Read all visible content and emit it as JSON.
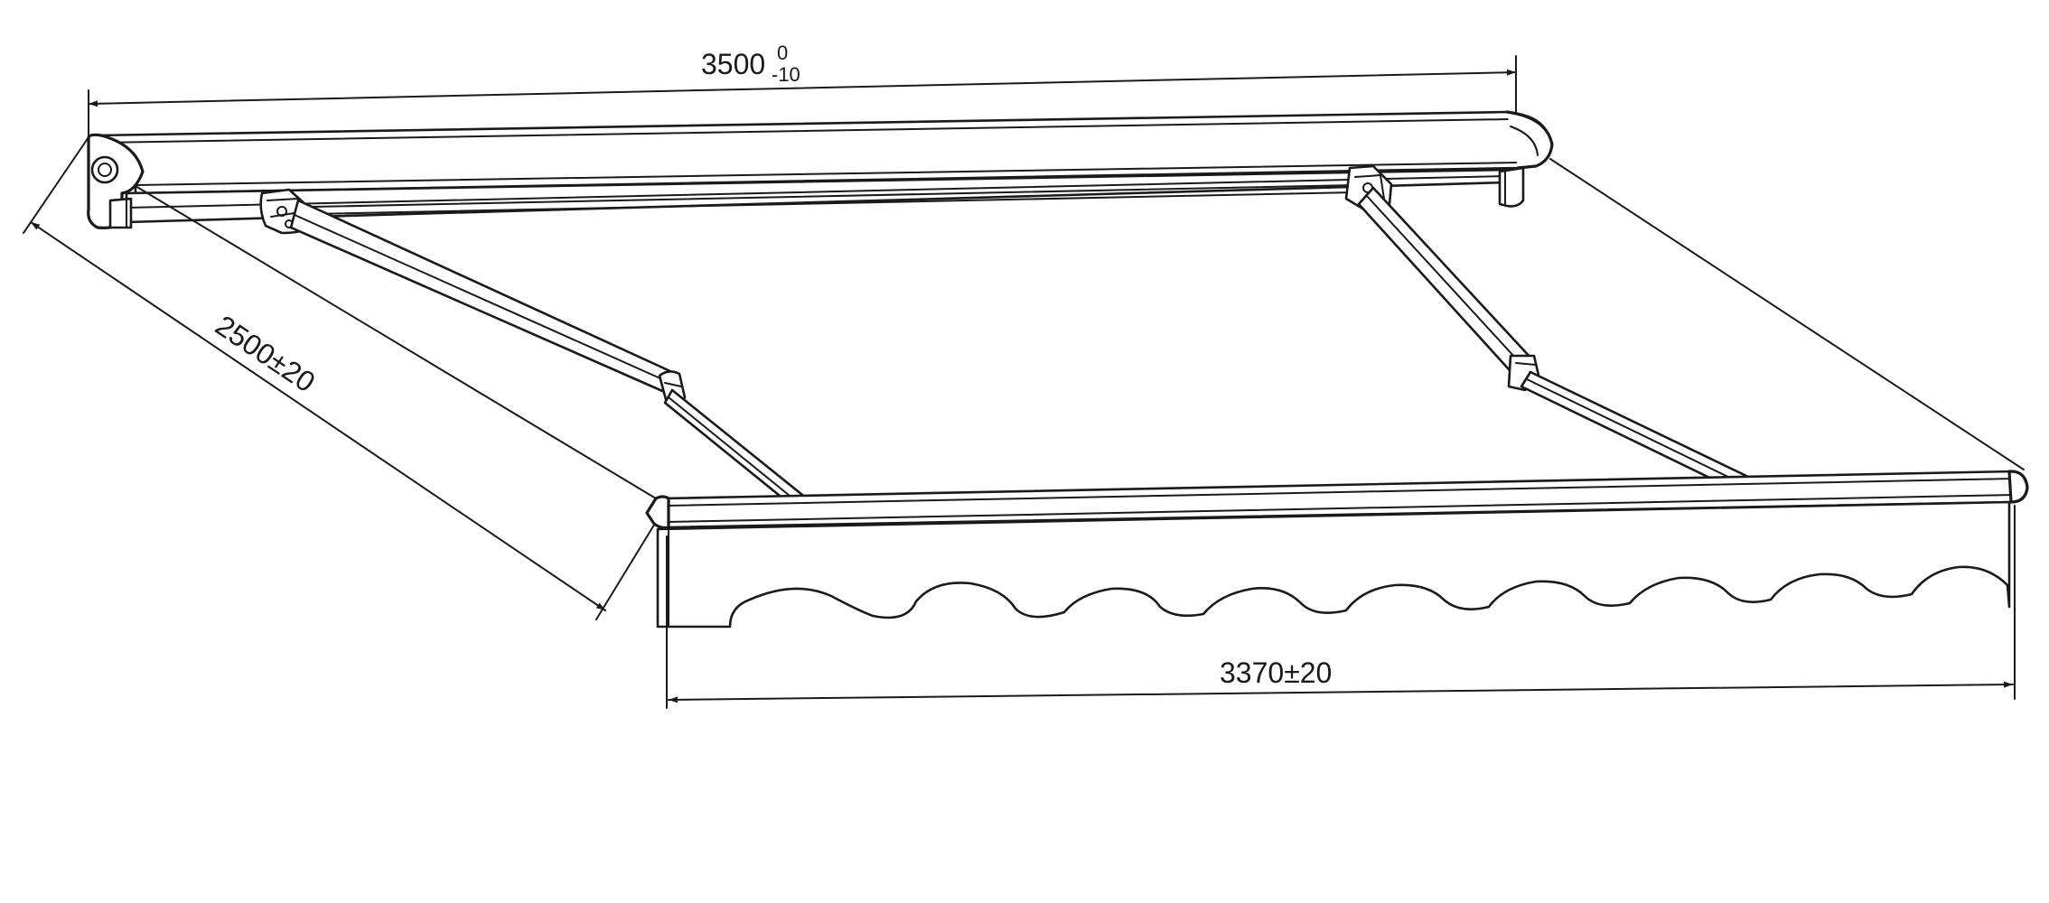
{
  "drawing": {
    "dimensions": {
      "width_top": {
        "value": "3500",
        "tol_upper": "0",
        "tol_lower": "-10"
      },
      "projection": {
        "value": "2500±20"
      },
      "width_bottom": {
        "value": "3370±20"
      }
    },
    "line_color": "#1a1a1a",
    "background": "#ffffff"
  }
}
